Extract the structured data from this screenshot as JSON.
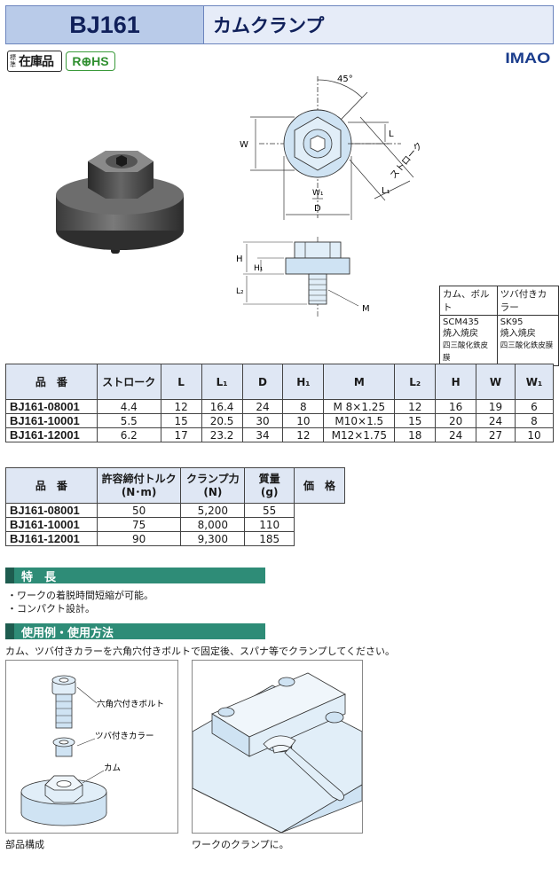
{
  "header": {
    "code": "BJ161",
    "name": "カムクランプ"
  },
  "badges": {
    "std_small": "標準",
    "std_big": "在庫品",
    "rohs": "R⊕HS"
  },
  "logo": "IMAO",
  "drawing": {
    "angle": "45°",
    "W": "W",
    "L": "L",
    "stroke": "ストローク",
    "L1": "L₁",
    "W1": "W₁",
    "D": "D",
    "H": "H",
    "H1": "H₁",
    "L2": "L₂",
    "M": "M"
  },
  "materials": {
    "headers": [
      "カム、ボルト",
      "ツバ付きカラー"
    ],
    "cam": [
      "SCM435",
      "焼入焼戻",
      "四三酸化鉄皮膜"
    ],
    "collar": [
      "SK95",
      "焼入焼戻",
      "四三酸化鉄皮膜"
    ]
  },
  "spec1": {
    "headers": [
      "品　番",
      "ストローク",
      "L",
      "L₁",
      "D",
      "H₁",
      "M",
      "L₂",
      "H",
      "W",
      "W₁"
    ],
    "rows": [
      [
        "BJ161-08001",
        "4.4",
        "12",
        "16.4",
        "24",
        "8",
        "M 8×1.25",
        "12",
        "16",
        "19",
        "6"
      ],
      [
        "BJ161-10001",
        "5.5",
        "15",
        "20.5",
        "30",
        "10",
        "M10×1.5",
        "15",
        "20",
        "24",
        "8"
      ],
      [
        "BJ161-12001",
        "6.2",
        "17",
        "23.2",
        "34",
        "12",
        "M12×1.75",
        "18",
        "24",
        "27",
        "10"
      ]
    ]
  },
  "spec2": {
    "headers": [
      "品　番",
      "許容締付トルク\n(N･m)",
      "クランプ力\n(N)",
      "質量\n(g)",
      "価　格"
    ],
    "rows": [
      [
        "BJ161-08001",
        "50",
        "5,200",
        "55"
      ],
      [
        "BJ161-10001",
        "75",
        "8,000",
        "110"
      ],
      [
        "BJ161-12001",
        "90",
        "9,300",
        "185"
      ]
    ]
  },
  "features": {
    "title": "特　長",
    "items": [
      "・ワークの着脱時間短縮が可能。",
      "・コンパクト設計。"
    ]
  },
  "usage": {
    "title": "使用例・使用方法",
    "text": "カム、ツバ付きカラーを六角穴付きボルトで固定後、スパナ等でクランプしてください。",
    "labels": {
      "bolt": "六角穴付きボルト",
      "collar": "ツバ付きカラー",
      "cam": "カム"
    },
    "captions": [
      "部品構成",
      "ワークのクランプに。"
    ]
  }
}
